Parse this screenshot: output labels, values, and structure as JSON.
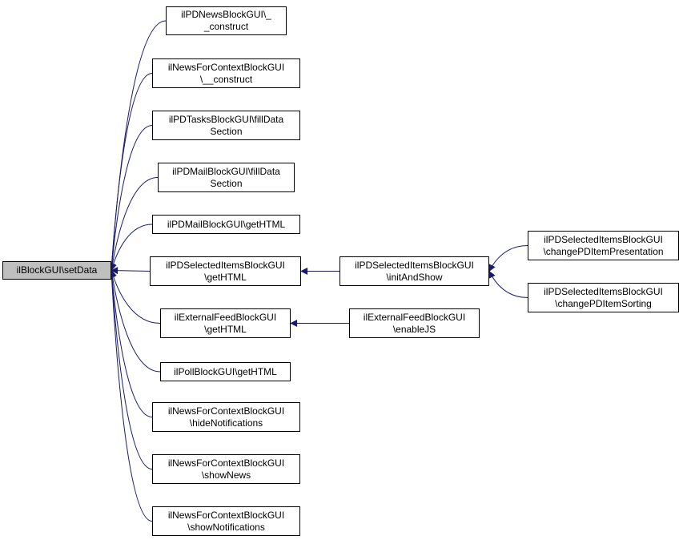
{
  "diagram": {
    "nodes": [
      {
        "id": "setdata",
        "lines": [
          "ilBlockGUI\\setData"
        ],
        "highlight": true
      },
      {
        "id": "news_construct",
        "lines": [
          "ilPDNewsBlockGUI\\_",
          "_construct"
        ]
      },
      {
        "id": "ctx_construct",
        "lines": [
          "ilNewsForContextBlockGUI",
          "\\__construct"
        ]
      },
      {
        "id": "tasks_fill",
        "lines": [
          "ilPDTasksBlockGUI\\fillData",
          "Section"
        ]
      },
      {
        "id": "mail_fill",
        "lines": [
          "ilPDMailBlockGUI\\fillData",
          "Section"
        ]
      },
      {
        "id": "mail_html",
        "lines": [
          "ilPDMailBlockGUI\\getHTML"
        ]
      },
      {
        "id": "sel_html",
        "lines": [
          "ilPDSelectedItemsBlockGUI",
          "\\getHTML"
        ]
      },
      {
        "id": "ext_html",
        "lines": [
          "ilExternalFeedBlockGUI",
          "\\getHTML"
        ]
      },
      {
        "id": "poll_html",
        "lines": [
          "ilPollBlockGUI\\getHTML"
        ]
      },
      {
        "id": "ctx_hide",
        "lines": [
          "ilNewsForContextBlockGUI",
          "\\hideNotifications"
        ]
      },
      {
        "id": "ctx_shownews",
        "lines": [
          "ilNewsForContextBlockGUI",
          "\\showNews"
        ]
      },
      {
        "id": "ctx_shownotif",
        "lines": [
          "ilNewsForContextBlockGUI",
          "\\showNotifications"
        ]
      },
      {
        "id": "sel_init",
        "lines": [
          "ilPDSelectedItemsBlockGUI",
          "\\initAndShow"
        ]
      },
      {
        "id": "ext_enable",
        "lines": [
          "ilExternalFeedBlockGUI",
          "\\enableJS"
        ]
      },
      {
        "id": "sel_present",
        "lines": [
          "ilPDSelectedItemsBlockGUI",
          "\\changePDItemPresentation"
        ]
      },
      {
        "id": "sel_sort",
        "lines": [
          "ilPDSelectedItemsBlockGUI",
          "\\changePDItemSorting"
        ]
      }
    ],
    "edges": [
      {
        "from": "news_construct",
        "to": "setdata"
      },
      {
        "from": "ctx_construct",
        "to": "setdata"
      },
      {
        "from": "tasks_fill",
        "to": "setdata"
      },
      {
        "from": "mail_fill",
        "to": "setdata"
      },
      {
        "from": "mail_html",
        "to": "setdata"
      },
      {
        "from": "sel_html",
        "to": "setdata"
      },
      {
        "from": "ext_html",
        "to": "setdata"
      },
      {
        "from": "poll_html",
        "to": "setdata"
      },
      {
        "from": "ctx_hide",
        "to": "setdata"
      },
      {
        "from": "ctx_shownews",
        "to": "setdata"
      },
      {
        "from": "ctx_shownotif",
        "to": "setdata"
      },
      {
        "from": "sel_init",
        "to": "sel_html"
      },
      {
        "from": "ext_enable",
        "to": "ext_html"
      },
      {
        "from": "sel_present",
        "to": "sel_init"
      },
      {
        "from": "sel_sort",
        "to": "sel_init"
      }
    ],
    "colors": {
      "edge": "#191970",
      "node_border": "#000000",
      "root_fill": "#bfbfbf",
      "node_fill": "#ffffff"
    }
  }
}
